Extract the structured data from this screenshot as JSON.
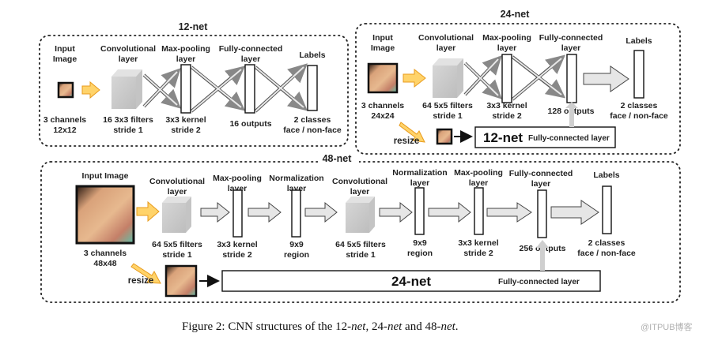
{
  "nets": {
    "net12": {
      "title": "12-net",
      "input": {
        "header1": "Input",
        "header2": "Image",
        "cap1": "3 channels",
        "cap2": "12x12"
      },
      "conv": {
        "header1": "Convolutional",
        "header2": "layer",
        "cap1": "16 3x3 filters",
        "cap2": "stride 1"
      },
      "pool": {
        "header1": "Max-pooling",
        "header2": "layer",
        "cap1": "3x3 kernel",
        "cap2": "stride 2"
      },
      "fc": {
        "header1": "Fully-connected",
        "header2": "layer",
        "cap1": "16 outputs"
      },
      "labels": {
        "header1": "Labels",
        "cap1": "2 classes",
        "cap2": "face / non-face"
      }
    },
    "net24": {
      "title": "24-net",
      "input": {
        "header1": "Input",
        "header2": "Image",
        "cap1": "3 channels",
        "cap2": "24x24"
      },
      "conv": {
        "header1": "Convolutional",
        "header2": "layer",
        "cap1": "64 5x5 filters",
        "cap2": "stride 1"
      },
      "pool": {
        "header1": "Max-pooling",
        "header2": "layer",
        "cap1": "3x3 kernel",
        "cap2": "stride 2"
      },
      "fc": {
        "header1": "Fully-connected",
        "header2": "layer",
        "cap1": "128 outputs"
      },
      "labels": {
        "header1": "Labels",
        "cap1": "2 classes",
        "cap2": "face / non-face"
      },
      "resize": "resize",
      "sub_net": "12-net",
      "sub_fc": "Fully-connected layer"
    },
    "net48": {
      "title": "48-net",
      "input": {
        "header1": "Input Image",
        "cap1": "3 channels",
        "cap2": "48x48"
      },
      "conv1": {
        "header1": "Convolutional",
        "header2": "layer",
        "cap1": "64 5x5 filters",
        "cap2": "stride 1"
      },
      "pool1": {
        "header1": "Max-pooling",
        "header2": "layer",
        "cap1": "3x3 kernel",
        "cap2": "stride 2"
      },
      "norm1": {
        "header1": "Normalization",
        "header2": "layer",
        "cap1": "9x9",
        "cap2": "region"
      },
      "conv2": {
        "header1": "Convolutional",
        "header2": "layer",
        "cap1": "64 5x5 filters",
        "cap2": "stride 1"
      },
      "norm2": {
        "header1": "Normalization",
        "header2": "layer",
        "cap1": "9x9",
        "cap2": "region"
      },
      "pool2": {
        "header1": "Max-pooling",
        "header2": "layer",
        "cap1": "3x3 kernel",
        "cap2": "stride 2"
      },
      "fc": {
        "header1": "Fully-connected",
        "header2": "layer",
        "cap1": "256 outputs"
      },
      "labels": {
        "header1": "Labels",
        "cap1": "2 classes",
        "cap2": "face / non-face"
      },
      "resize": "resize",
      "sub_net": "24-net",
      "sub_fc": "Fully-connected layer"
    }
  },
  "caption": {
    "prefix": "Figure 2: CNN structures of the 12-",
    "net12_italic": "net",
    "mid1": ", 24-",
    "net24_italic": "net",
    "mid2": " and 48-",
    "net48_italic": "net",
    "suffix": "."
  },
  "watermark": "@ITPUB博客",
  "colors": {
    "orange_arrow": "#ffd36a",
    "orange_stroke": "#e89b1c",
    "gray_arrow": "#e6e6e6",
    "conv_block": "#cfcfcf"
  }
}
